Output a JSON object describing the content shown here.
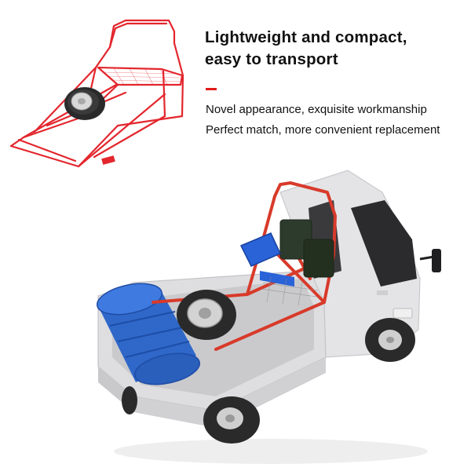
{
  "headline": {
    "line1": "Lightweight and compact,",
    "line2": "easy to transport"
  },
  "accent_color": "#e21b1b",
  "features": [
    "Novel appearance, exquisite workmanship",
    "Perfect match, more convenient replacement"
  ],
  "colors": {
    "frame": "#e3262d",
    "truck_body": "#e4e4e6",
    "barrel": "#2f68c9",
    "tire": "#2a2a2a"
  }
}
